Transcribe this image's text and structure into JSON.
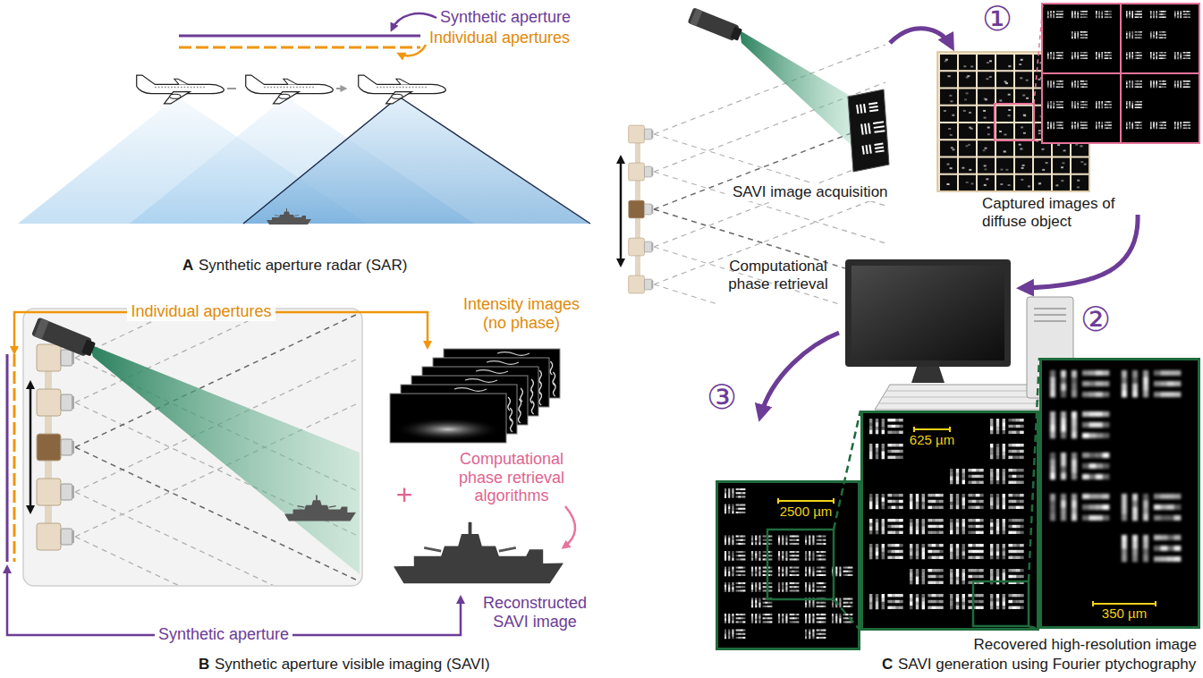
{
  "diagram": {
    "nodes": [
      {
        "text": [
          "2500 µm"
        ]
      },
      {
        "text": [
          "625 µm"
        ]
      },
      {
        "text": [
          "350 µm"
        ]
      }
    ],
    "edges": [
      {
        "from": 0,
        "to": 1,
        "arrow": "none"
      },
      {
        "from": 1,
        "to": 2,
        "arrow": "none"
      }
    ],
    "labels": [
      "Synthetic aperture",
      "Individual apertures",
      "A",
      "Synthetic aperture radar (SAR)",
      "Individual apertures",
      "Intensity images (no phase)",
      "+",
      "Computational phase retrieval algorithms",
      "Reconstructed SAVI image",
      "Synthetic aperture",
      "B",
      "Synthetic aperture visible imaging (SAVI)",
      "SAVI image acquisition",
      "①",
      "Captured images of diffuse object",
      "Computational phase retrieval",
      "②",
      "③",
      "Recovered high-resolution image",
      "C",
      "SAVI generation using Fourier ptychography"
    ]
  }
}
